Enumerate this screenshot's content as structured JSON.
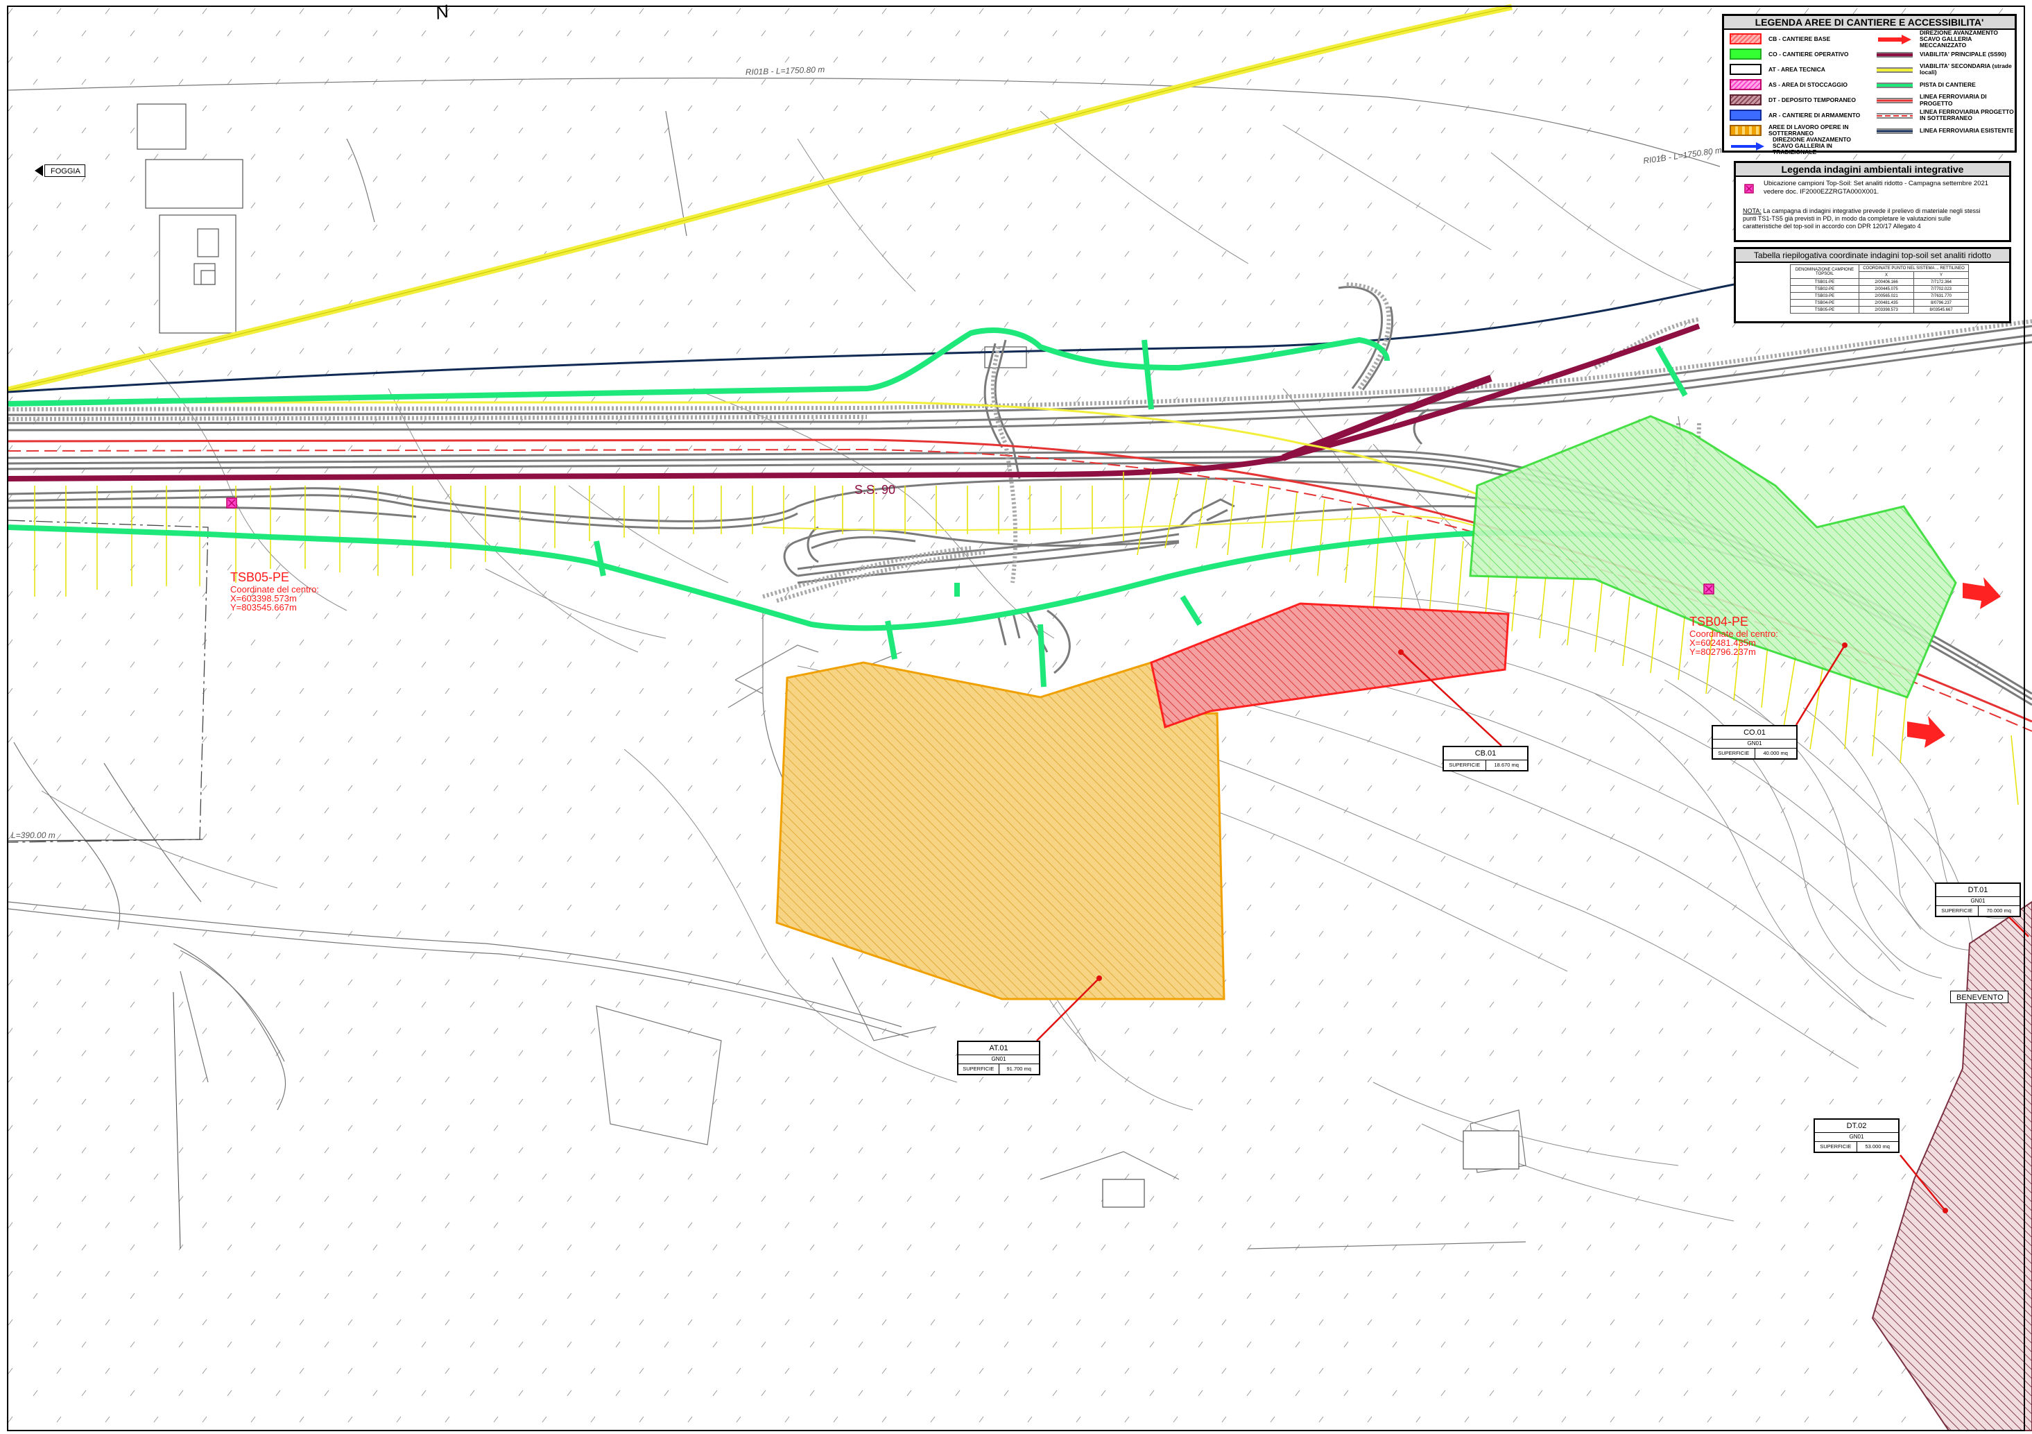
{
  "north_label": "N",
  "direction_labels": {
    "west": "FOGGIA",
    "east": "BENEVENTO"
  },
  "road_label": "S.S. 90",
  "chainage_labels": [
    "RI01B - L=1750.80 m",
    "RI01B - L=1750.80 m",
    "L=390.00 m"
  ],
  "colors": {
    "cantiere_base": "#ff3b3b",
    "cantiere_operativo": "#33ff33",
    "area_tecnica": "#f0c040",
    "area_stoccaggio": "#ff44cc",
    "deposito_temporaneo": "#8b4a5a",
    "cantiere_armamento": "#3b6bff",
    "pista_cantiere": "#1ee87a",
    "viabilita_principale": "#8e1042",
    "viabilita_secondaria": "#f2ef3a",
    "ferrovia_progetto": "#e53333",
    "ferrovia_esistente": "#102a54",
    "direzione_arrow": "#ff2222"
  },
  "legend_cantiere": {
    "title": "LEGENDA AREE DI CANTIERE E ACCESSIBILITA'",
    "left_items": [
      {
        "label": "CB - CANTIERE BASE",
        "swatch": "cb"
      },
      {
        "label": "CO - CANTIERE OPERATIVO",
        "swatch": "co"
      },
      {
        "label": "AT - AREA TECNICA",
        "swatch": "at"
      },
      {
        "label": "AS - AREA DI STOCCAGGIO",
        "swatch": "as"
      },
      {
        "label": "DT - DEPOSITO TEMPORANEO",
        "swatch": "dt"
      },
      {
        "label": "AR - CANTIERE DI ARMAMENTO",
        "swatch": "ar"
      },
      {
        "label": "AREE DI LAVORO OPERE IN SOTTERRANEO",
        "swatch": "sot"
      },
      {
        "label": "DIREZIONE AVANZAMENTO SCAVO GALLERIA IN TRADIZIONALE",
        "swatch": "arrow-blue"
      }
    ],
    "right_items": [
      {
        "label": "DIREZIONE AVANZAMENTO SCAVO GALLERIA MECCANIZZATO",
        "swatch": "arrow-red"
      },
      {
        "label": "VIABILITA' PRINCIPALE (SS90)",
        "swatch": "vp"
      },
      {
        "label": "VIABILITA' SECONDARIA (strade locali)",
        "swatch": "vs"
      },
      {
        "label": "PISTA DI CANTIERE",
        "swatch": "pc"
      },
      {
        "label": "LINEA FERROVIARIA DI PROGETTO",
        "swatch": "fp"
      },
      {
        "label": "LINEA FERROVIARIA PROGETTO IN SOTTERRANEO",
        "swatch": "fs"
      },
      {
        "label": "LINEA FERROVIARIA ESISTENTE",
        "swatch": "fe"
      }
    ]
  },
  "legend_indagini": {
    "title": "Legenda indagini ambientali integrative",
    "item_line1": "Ubicazione campioni Top-Soil: Set analiti ridotto - Campagna settembre 2021",
    "item_line2": "vedere doc. IF2000EZZRGTA000X001.",
    "note_label": "NOTA:",
    "note_line1": " La campagna di indagini integrative prevede il prelievo di materiale negli stessi",
    "note_line2": "punti TS1-TS5 già previsti in PD, in modo da completare le valutazioni sulle",
    "note_line3": "caratteristiche del top-soil in accordo con DPR 120/17 Allegato 4"
  },
  "legend_tabella": {
    "title": "Tabella riepilogativa coordinate indagini top-soil set analiti ridotto",
    "col_name": "DENOMINAZIONE CAMPIONE TOPSOIL",
    "col_coord": "COORDINATE PUNTO NEL SISTEMA ... RETTILINEO",
    "col_x": "X",
    "col_y": "Y",
    "rows": [
      [
        "TSB01-PE",
        "2/00406.166",
        "7/7172.364"
      ],
      [
        "TSB02-PE",
        "2/00445.075",
        "7/7702.023"
      ],
      [
        "TSB03-PE",
        "2/00565.021",
        "7/7631.770"
      ],
      [
        "TSB04-PE",
        "2/00481.435",
        "8/0796.237"
      ],
      [
        "TSB05-PE",
        "2/03398.573",
        "8/03545.667"
      ]
    ]
  },
  "samples": [
    {
      "name": "TSB05-PE",
      "caption": "Coordinate del centro:",
      "x": "X=603398.573m",
      "y": "Y=803545.667m"
    },
    {
      "name": "TSB04-PE",
      "caption": "Coordinate del centro:",
      "x": "X=602481.435m",
      "y": "Y=802796.237m"
    }
  ],
  "areas": [
    {
      "name": "AT.01",
      "code": "GN01",
      "surface_label": "SUPERFICIE",
      "surface": "91.700 mq"
    },
    {
      "name": "CB.01",
      "code": "GN01",
      "surface_label": "SUPERFICIE",
      "surface": "18.670 mq"
    },
    {
      "name": "CO.01",
      "code": "GN01",
      "surface_label": "SUPERFICIE",
      "surface": "40.000 mq"
    },
    {
      "name": "DT.01",
      "code": "GN01",
      "surface_label": "SUPERFICIE",
      "surface": "70.000 mq"
    },
    {
      "name": "DT.02",
      "code": "GN01",
      "surface_label": "SUPERFICIE",
      "surface": "53.000 mq"
    }
  ]
}
